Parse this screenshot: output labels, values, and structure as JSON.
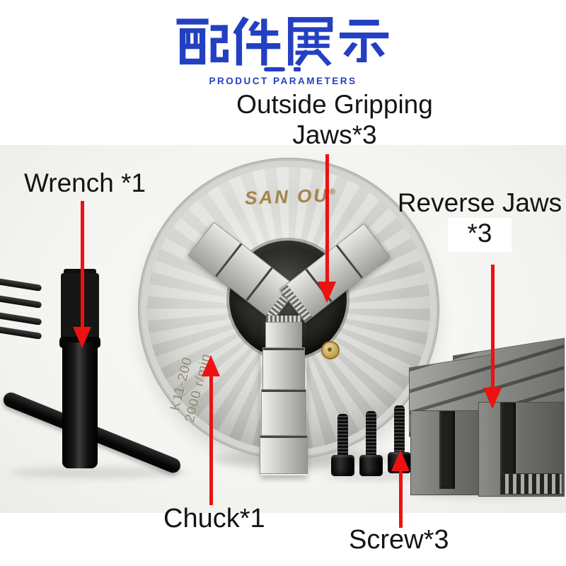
{
  "header": {
    "title": "配件展示",
    "subtitle": "PRODUCT PARAMETERS"
  },
  "annotations": {
    "outside_jaws_line1": "Outside Gripping",
    "outside_jaws_line2": "Jaws*3",
    "wrench": "Wrench *1",
    "reverse_jaws_line1": "Reverse Jaws",
    "reverse_jaws_line2": "*3",
    "chuck": "Chuck*1",
    "screw": "Screw*3"
  },
  "product": {
    "brand": "SAN OU",
    "trademark": "®",
    "model": "K11-200",
    "speed": "2000 r/min"
  },
  "colors": {
    "title_blue": "#2440c2",
    "arrow_red": "#ee1111",
    "label_black": "#141414",
    "brand_gold": "#a5854a"
  }
}
